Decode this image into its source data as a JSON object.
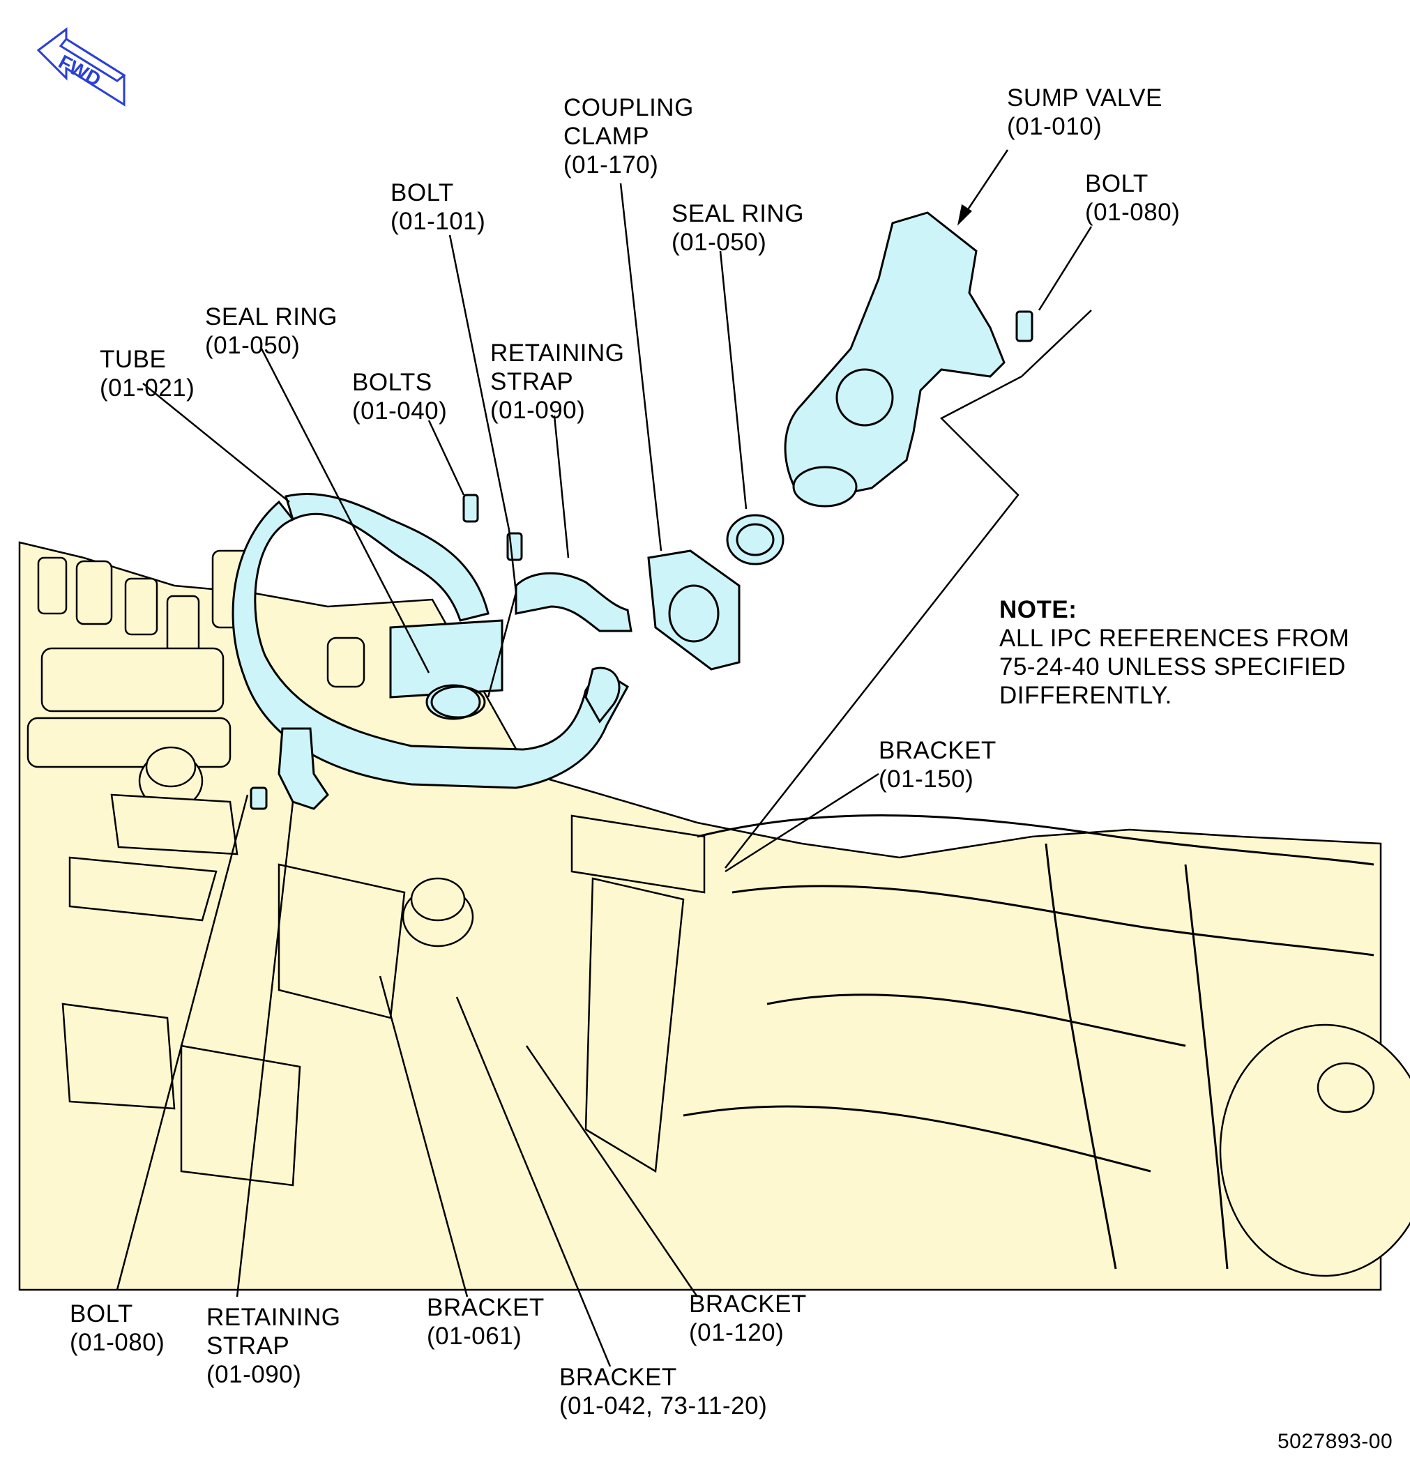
{
  "colors": {
    "engine_fill": "#fdf8d0",
    "part_fill": "#cdf4f8",
    "line": "#000000",
    "arrow_outline": "#2a3fd6"
  },
  "icon": {
    "name": "fwd-arrow-icon",
    "text": "FWD"
  },
  "callouts": {
    "sump_valve": {
      "line1": "SUMP VALVE",
      "line2": "(01-010)"
    },
    "coupling_clamp": {
      "line1": "COUPLING",
      "line2": "CLAMP",
      "line3": "(01-170)"
    },
    "bolt_top_right": {
      "line1": "BOLT",
      "line2": "(01-080)"
    },
    "seal_ring_right": {
      "line1": "SEAL RING",
      "line2": "(01-050)"
    },
    "bolt_101": {
      "line1": "BOLT",
      "line2": "(01-101)"
    },
    "seal_ring_left": {
      "line1": "SEAL RING",
      "line2": "(01-050)"
    },
    "retaining_strap_top": {
      "line1": "RETAINING",
      "line2": "STRAP",
      "line3": "(01-090)"
    },
    "tube": {
      "line1": "TUBE",
      "line2": "(01-021)"
    },
    "bolts_040": {
      "line1": "BOLTS",
      "line2": "(01-040)"
    },
    "bracket_150": {
      "line1": "BRACKET",
      "line2": "(01-150)"
    },
    "bolt_bottom": {
      "line1": "BOLT",
      "line2": "(01-080)"
    },
    "retaining_strap_bottom": {
      "line1": "RETAINING",
      "line2": "STRAP",
      "line3": "(01-090)"
    },
    "bracket_061": {
      "line1": "BRACKET",
      "line2": "(01-061)"
    },
    "bracket_120": {
      "line1": "BRACKET",
      "line2": "(01-120)"
    },
    "bracket_042": {
      "line1": "BRACKET",
      "line2": "(01-042, 73-11-20)"
    }
  },
  "note": {
    "title": "NOTE:",
    "line1": "ALL IPC REFERENCES FROM",
    "line2": "75-24-40 UNLESS SPECIFIED",
    "line3": "DIFFERENTLY."
  },
  "figure_id": "5027893-00"
}
